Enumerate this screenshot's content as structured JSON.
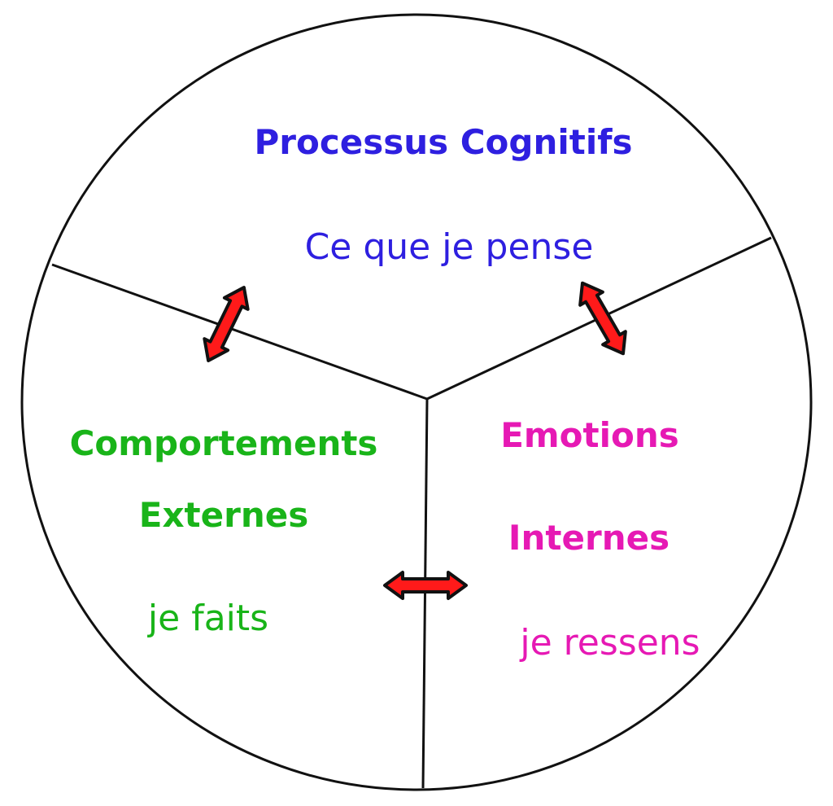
{
  "cognitive": {
    "title": "Processus Cognitifs",
    "subtitle": "Ce que je pense",
    "color": "#2e1fe0"
  },
  "behaviour": {
    "title_line1": "Comportements",
    "title_line2": "Externes",
    "subtitle": "je faits",
    "color": "#19b419"
  },
  "emotion": {
    "title_line1": "Emotions",
    "title_line2": "Internes",
    "subtitle": "je ressens",
    "color": "#e619b4"
  },
  "arrow_color": "#ff1a1a"
}
